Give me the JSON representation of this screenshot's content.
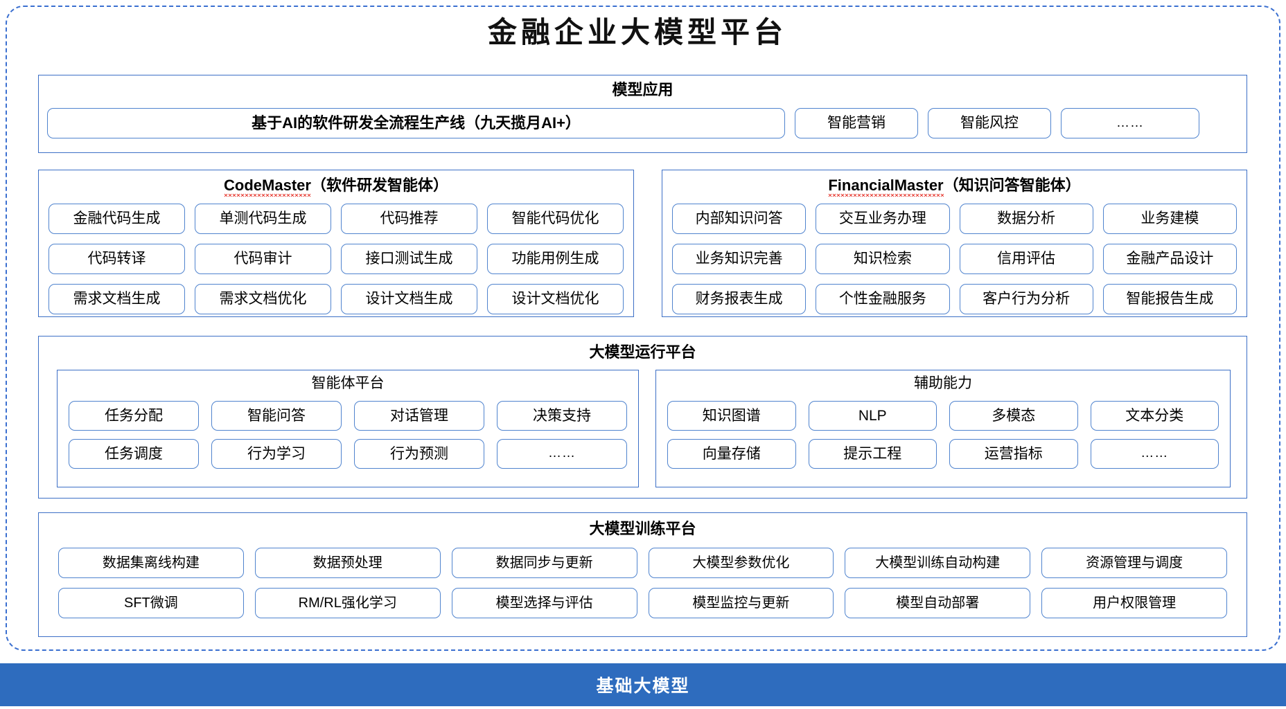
{
  "title": "金融企业大模型平台",
  "colors": {
    "frame_dashed": "#3A6FD0",
    "panel_border": "#3C6FC6",
    "chip_border": "#4F83CE",
    "base_bar": "#2E6CBE",
    "spellcheck_squiggle": "#E8453C"
  },
  "sections": {
    "application": {
      "title": "模型应用",
      "main_chip": "基于AI的软件研发全流程生产线（九天揽月AI+）",
      "chips": [
        "智能营销",
        "智能风控",
        "……"
      ]
    },
    "code_master": {
      "brand": "CodeMaster",
      "suffix": "（软件研发智能体）",
      "items": [
        "金融代码生成",
        "单测代码生成",
        "代码推荐",
        "智能代码优化",
        "代码转译",
        "代码审计",
        "接口测试生成",
        "功能用例生成",
        "需求文档生成",
        "需求文档优化",
        "设计文档生成",
        "设计文档优化"
      ]
    },
    "financial_master": {
      "brand": "FinancialMaster",
      "suffix": "（知识问答智能体）",
      "items": [
        "内部知识问答",
        "交互业务办理",
        "数据分析",
        "业务建模",
        "业务知识完善",
        "知识检索",
        "信用评估",
        "金融产品设计",
        "财务报表生成",
        "个性金融服务",
        "客户行为分析",
        "智能报告生成"
      ]
    },
    "runtime": {
      "title": "大模型运行平台",
      "agent_platform": {
        "title": "智能体平台",
        "items": [
          "任务分配",
          "智能问答",
          "对话管理",
          "决策支持",
          "任务调度",
          "行为学习",
          "行为预测",
          "……"
        ]
      },
      "auxiliary": {
        "title": "辅助能力",
        "items": [
          "知识图谱",
          "NLP",
          "多模态",
          "文本分类",
          "向量存储",
          "提示工程",
          "运营指标",
          "……"
        ]
      }
    },
    "training": {
      "title": "大模型训练平台",
      "items": [
        "数据集离线构建",
        "数据预处理",
        "数据同步与更新",
        "大模型参数优化",
        "大模型训练自动构建",
        "资源管理与调度",
        "SFT微调",
        "RM/RL强化学习",
        "模型选择与评估",
        "模型监控与更新",
        "模型自动部署",
        "用户权限管理"
      ]
    }
  },
  "base_bar": {
    "label": "基础大模型"
  }
}
